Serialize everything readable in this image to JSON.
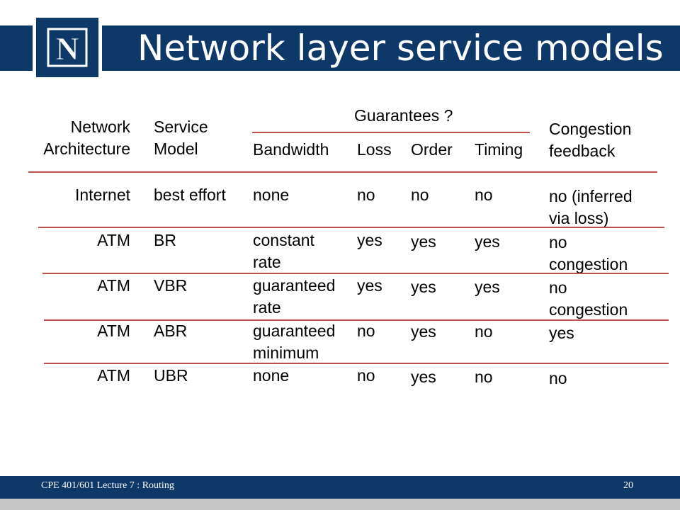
{
  "slide": {
    "title": "Network layer service models",
    "logo_letter": "N",
    "footer": "CPE 401/601 Lecture 7 :  Routing",
    "page_number": "20"
  },
  "table": {
    "guarantees_label": "Guarantees ?",
    "headers": {
      "arch": [
        "Network",
        "Architecture"
      ],
      "model": [
        "Service",
        "Model"
      ],
      "bandwidth": "Bandwidth",
      "loss": "Loss",
      "order": "Order",
      "timing": "Timing",
      "congestion": [
        "Congestion",
        "feedback"
      ]
    },
    "rows": [
      {
        "arch": "Internet",
        "model": "best effort",
        "bandwidth": [
          "none"
        ],
        "loss": "no",
        "order": "no",
        "timing": "no",
        "congestion": [
          "no (inferred",
          "via loss)"
        ]
      },
      {
        "arch": "ATM",
        "model": "BR",
        "bandwidth": [
          "constant",
          "rate"
        ],
        "loss": "yes",
        "order": "yes",
        "timing": "yes",
        "congestion": [
          "no",
          "congestion"
        ]
      },
      {
        "arch": "ATM",
        "model": "VBR",
        "bandwidth": [
          "guaranteed",
          "rate"
        ],
        "loss": "yes",
        "order": "yes",
        "timing": "yes",
        "congestion": [
          "no",
          "congestion"
        ]
      },
      {
        "arch": "ATM",
        "model": "ABR",
        "bandwidth": [
          "guaranteed",
          "minimum"
        ],
        "loss": "no",
        "order": "yes",
        "timing": "no",
        "congestion": [
          "yes"
        ]
      },
      {
        "arch": "ATM",
        "model": "UBR",
        "bandwidth": [
          "none"
        ],
        "loss": "no",
        "order": "yes",
        "timing": "no",
        "congestion": [
          "no"
        ]
      }
    ]
  },
  "colors": {
    "title_bar": "#0e3868",
    "rule": "#c0504d"
  }
}
